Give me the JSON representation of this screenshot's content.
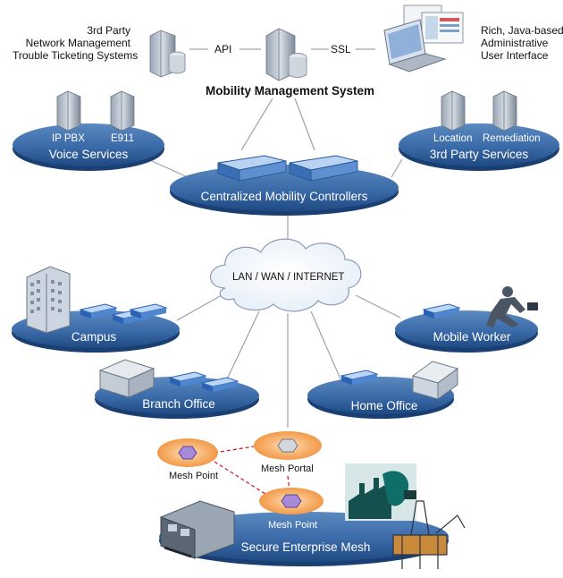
{
  "top": {
    "left_system_lines": [
      "3rd Party",
      "Network Management",
      "Trouble Ticketing Systems"
    ],
    "api_label": "API",
    "ssl_label": "SSL",
    "right_system_lines": [
      "Rich, Java-based",
      "Administrative",
      "User Interface"
    ],
    "title": "Mobility Management System"
  },
  "voice": {
    "name": "Voice Services",
    "left": "IP PBX",
    "right": "E911"
  },
  "third_party": {
    "name": "3rd Party Services",
    "left": "Location",
    "right": "Remediation"
  },
  "controllers": {
    "name": "Centralized Mobility Controllers"
  },
  "cloud": {
    "label": "LAN / WAN / INTERNET"
  },
  "sites": {
    "campus": "Campus",
    "mobile": "Mobile Worker",
    "branch": "Branch Office",
    "home": "Home Office"
  },
  "mesh": {
    "name": "Secure Enterprise Mesh",
    "point_left": "Mesh Point",
    "portal": "Mesh Portal",
    "point_bottom": "Mesh Point"
  },
  "colors": {
    "platform": "#2d5f9c",
    "platform_light": "#5b89c0",
    "mesh_link": "#d0202a",
    "mesh_halo": "#f4a65a"
  }
}
